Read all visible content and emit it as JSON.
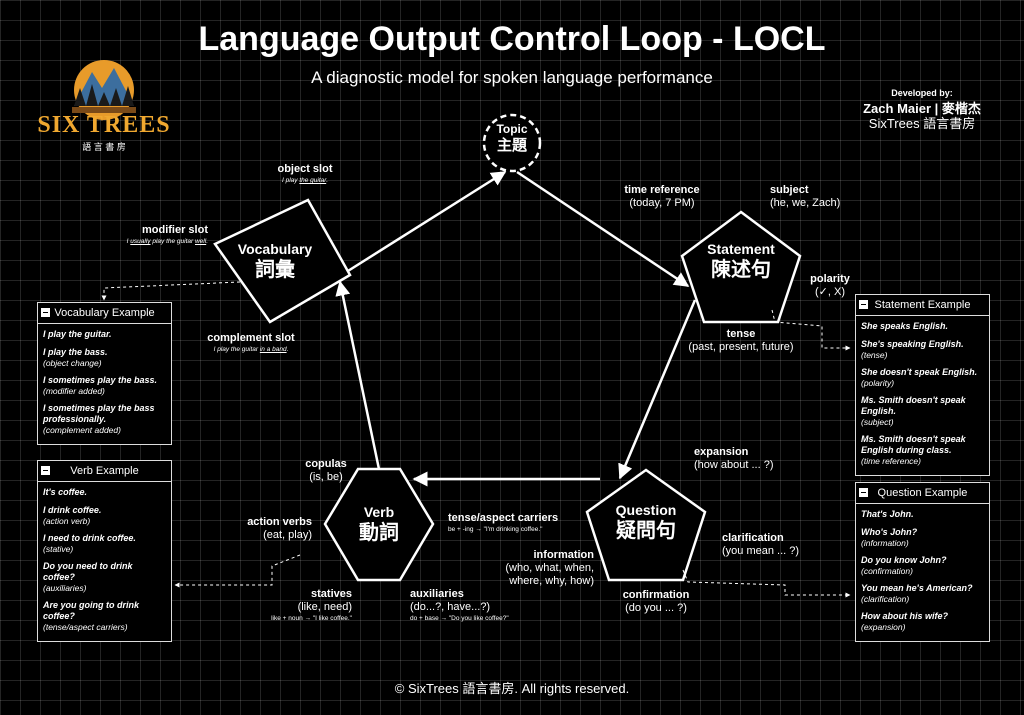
{
  "header": {
    "title": "Language Output Control Loop - LOCL",
    "subtitle": "A diagnostic model for spoken language performance"
  },
  "logo": {
    "name": "SIX TREES",
    "chinese": "語 言 書 房"
  },
  "credit": {
    "developed_by": "Developed by:",
    "author": "Zach Maier | 麥楷杰",
    "org": "SixTrees 語言書房"
  },
  "nodes": {
    "topic": {
      "en": "Topic",
      "cn": "主題"
    },
    "vocabulary": {
      "en": "Vocabulary",
      "cn": "詞彙"
    },
    "statement": {
      "en": "Statement",
      "cn": "陳述句"
    },
    "verb": {
      "en": "Verb",
      "cn": "動詞"
    },
    "question": {
      "en": "Question",
      "cn": "疑問句"
    }
  },
  "labels": {
    "object_slot": {
      "title": "object slot",
      "ex_a": "I play ",
      "ex_b": "the guitar",
      "ex_c": "."
    },
    "modifier_slot": {
      "title": "modifier slot",
      "ex_a": "I ",
      "ex_b": "usually",
      "ex_c": " play the guitar ",
      "ex_d": "well",
      "ex_e": "."
    },
    "complement_slot": {
      "title": "complement slot",
      "ex_a": "I play the guitar ",
      "ex_b": "in a band",
      "ex_c": "."
    },
    "time_reference": {
      "title": "time reference",
      "sub": "(today, 7 PM)"
    },
    "subject": {
      "title": "subject",
      "sub": "(he, we, Zach)"
    },
    "polarity": {
      "title": "polarity",
      "sub": "(✓, X)"
    },
    "tense": {
      "title": "tense",
      "sub": "(past, present, future)"
    },
    "expansion": {
      "title": "expansion",
      "sub": "(how about ... ?)"
    },
    "clarification": {
      "title": "clarification",
      "sub": "(you mean ... ?)"
    },
    "information": {
      "title": "information",
      "sub1": "(who, what, when,",
      "sub2": "where, why, how)"
    },
    "confirmation": {
      "title": "confirmation",
      "sub": "(do you ... ?)"
    },
    "copulas": {
      "title": "copulas",
      "sub": "(is, be)"
    },
    "action_verbs": {
      "title": "action verbs",
      "sub": "(eat, play)"
    },
    "tense_aspect": {
      "title": "tense/aspect carriers",
      "ex": "be + -ing → \"I'm drinking coffee.\""
    },
    "statives": {
      "title": "statives",
      "sub": "(like, need)",
      "ex": "like + noun → \"I like coffee.\""
    },
    "auxiliaries": {
      "title": "auxiliaries",
      "sub": "(do...?, have...?)",
      "ex": "do + base → \"Do you like coffee?\""
    }
  },
  "panels": {
    "vocabulary": {
      "title": "Vocabulary Example",
      "items": [
        {
          "main": "I play the guitar.",
          "note": ""
        },
        {
          "main": "I play the bass.",
          "note": "(object change)"
        },
        {
          "main": "I sometimes play the bass.",
          "note": "(modifier added)"
        },
        {
          "main": "I sometimes play the bass professionally.",
          "note": "(complement added)"
        }
      ]
    },
    "verb": {
      "title": "Verb Example",
      "items": [
        {
          "main": "It's coffee.",
          "note": ""
        },
        {
          "main": "I drink coffee.",
          "note": "(action verb)"
        },
        {
          "main": "I need to drink coffee.",
          "note": "(stative)"
        },
        {
          "main": "Do you need to drink coffee?",
          "note": "(auxiliaries)"
        },
        {
          "main": "Are you going to drink coffee?",
          "note": "(tense/aspect carriers)"
        }
      ]
    },
    "statement": {
      "title": "Statement Example",
      "items": [
        {
          "main": "She speaks English.",
          "note": ""
        },
        {
          "main": "She's speaking English.",
          "note": "(tense)"
        },
        {
          "main": "She doesn't speak English.",
          "note": "(polarity)"
        },
        {
          "main": "Ms. Smith doesn't speak English.",
          "note": "(subject)"
        },
        {
          "main": "Ms. Smith doesn't speak English during class.",
          "note": "(time reference)"
        }
      ]
    },
    "question": {
      "title": "Question Example",
      "items": [
        {
          "main": "That's John.",
          "note": ""
        },
        {
          "main": "Who's John?",
          "note": "(information)"
        },
        {
          "main": "Do you know John?",
          "note": "(confirmation)"
        },
        {
          "main": "You mean he's American?",
          "note": "(clarification)"
        },
        {
          "main": "How about his wife?",
          "note": "(expansion)"
        }
      ]
    }
  },
  "footer": {
    "copyright": "© SixTrees 語言書房. All rights reserved."
  }
}
